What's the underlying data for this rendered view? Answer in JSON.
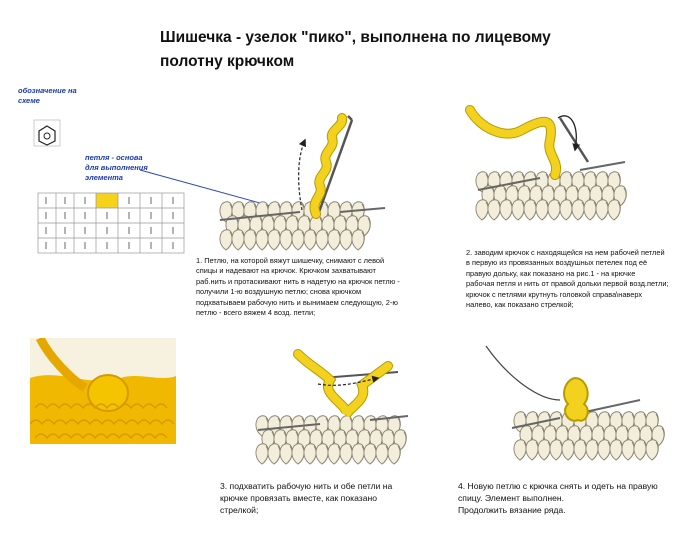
{
  "title": {
    "line1": "Шишечка - узелок  \"пико\",   выполнена по лицевому",
    "line2": "полотну крючком"
  },
  "legend": {
    "label": [
      "обозначение  на",
      "схеме"
    ],
    "loop_label": [
      "петля - основа",
      "для выполнения",
      "элемента"
    ]
  },
  "steps": {
    "step1": [
      "1.  Петлю, на которой вяжут шишечку, снимают с левой",
      "спицы и надевают на крючок. Крючком захватывают",
      "раб.нить и протаскивают нить в надетую на крючок петлю -",
      "получили 1-ю воздушную петлю;  снова крючком",
      "подхватываем рабочую нить и вынимаем следующую, 2-ю",
      "петлю - всего вяжем 4 возд. петли;"
    ],
    "step2": [
      "2.  заводим крючок с находящейся на нем рабочей петлей",
      "в первую из провязанных воздушных петелек под её",
      "правую дольку, как показано на рис.1 -  на крючке",
      "рабочая петля и нить от правой дольки первой возд.петли;",
      "крючок с петлями крутнуть головкой справа\\наверх",
      "налево,  как показано стрелкой;"
    ],
    "step3": [
      "3. подхватить  рабочую нить и обе петли на",
      "крючке провязать вместе, как показано",
      "стрелкой;"
    ],
    "step4": [
      "4. Новую петлю с крючка снять и одеть на правую",
      "спицу. Элемент выполнен.",
      "Продолжить вязание ряда."
    ]
  },
  "colors": {
    "yarn": "#f2d21f",
    "yarn_outline": "#b89a00",
    "stitch_fill": "#f3eedb",
    "stitch_outline": "#8a8470",
    "grid_highlight": "#f5d31a",
    "legend_blue": "#1a3aa8",
    "photo_yarn": "#f0b800"
  }
}
